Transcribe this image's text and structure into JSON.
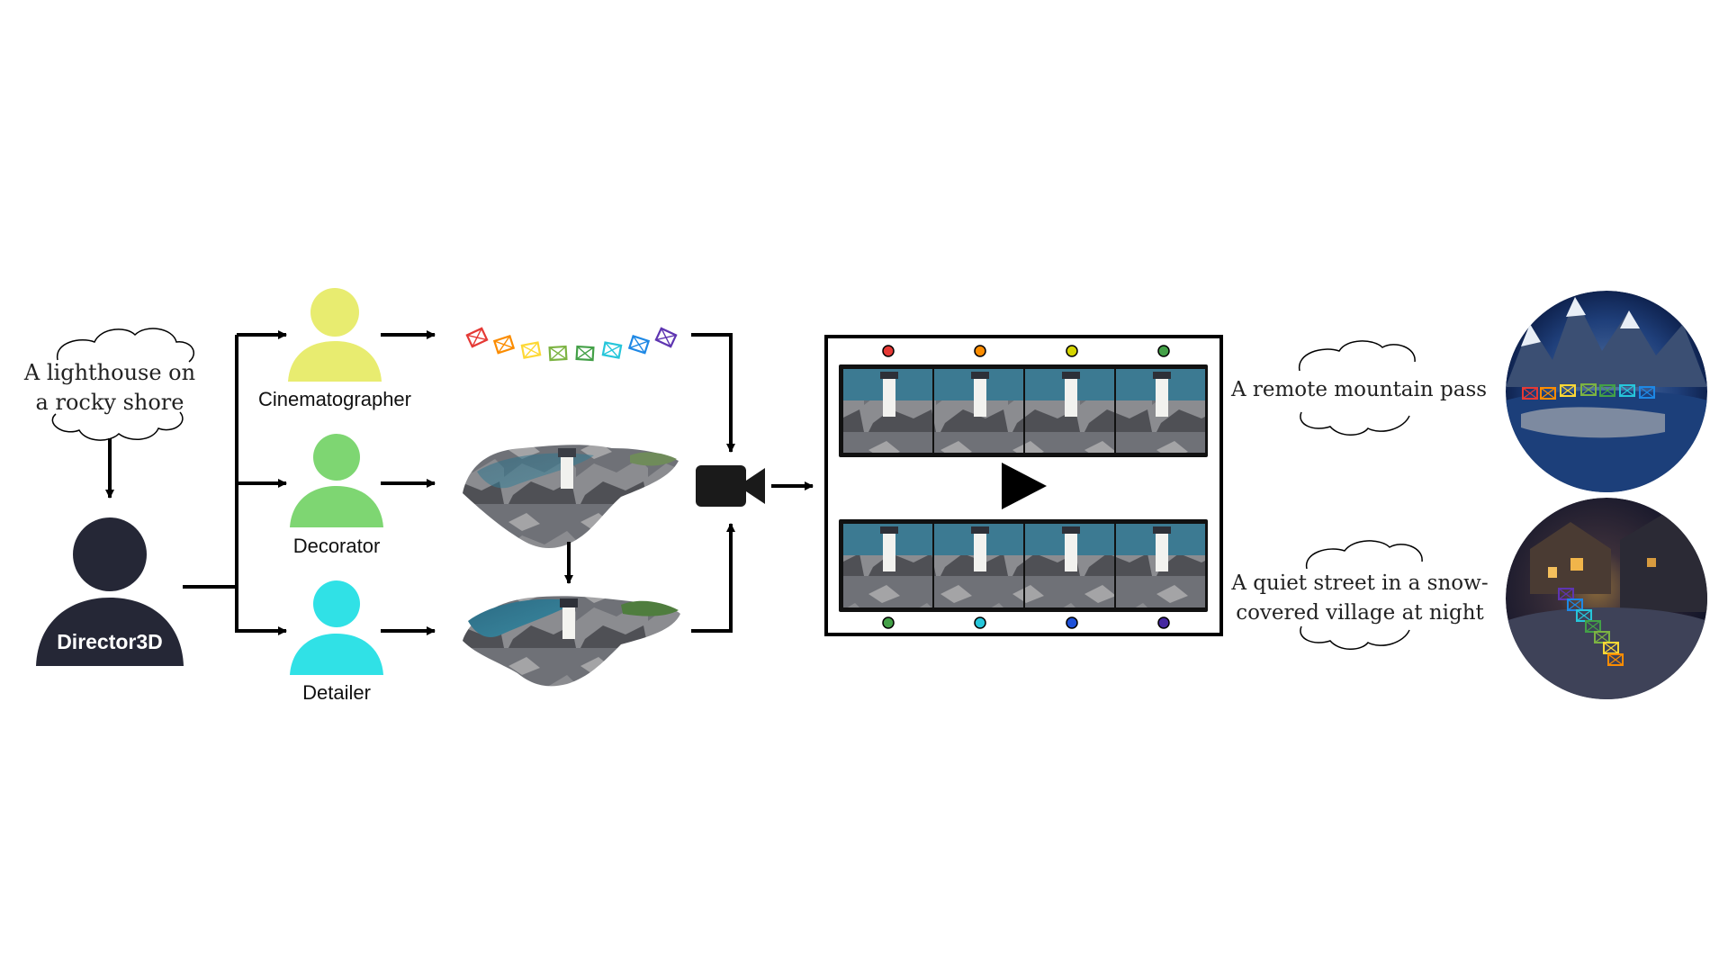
{
  "prompt_text": [
    "A lighthouse on",
    "a rocky shore"
  ],
  "director_label": "Director3D",
  "roles": [
    {
      "label": "Cinematographer",
      "color": "#e8ec70"
    },
    {
      "label": "Decorator",
      "color": "#7ed672"
    },
    {
      "label": "Detailer",
      "color": "#30e1e6"
    }
  ],
  "director_color": "#252736",
  "camera_rainbow": [
    "#e53935",
    "#fb8c00",
    "#fdd835",
    "#7cb342",
    "#43a047",
    "#26c6da",
    "#1e88e5",
    "#5e35b1"
  ],
  "top_dots": [
    "#e53935",
    "#fb8c00",
    "#d4d400",
    "#43a047"
  ],
  "bottom_dots": [
    "#43a047",
    "#26c6da",
    "#1e50d8",
    "#4527a0"
  ],
  "examples": [
    {
      "text": [
        "A remote mountain pass"
      ]
    },
    {
      "text": [
        "A quiet street in a snow-",
        "covered village at night"
      ]
    }
  ],
  "colors": {
    "arrow": "#000000",
    "frame": "#000000"
  }
}
